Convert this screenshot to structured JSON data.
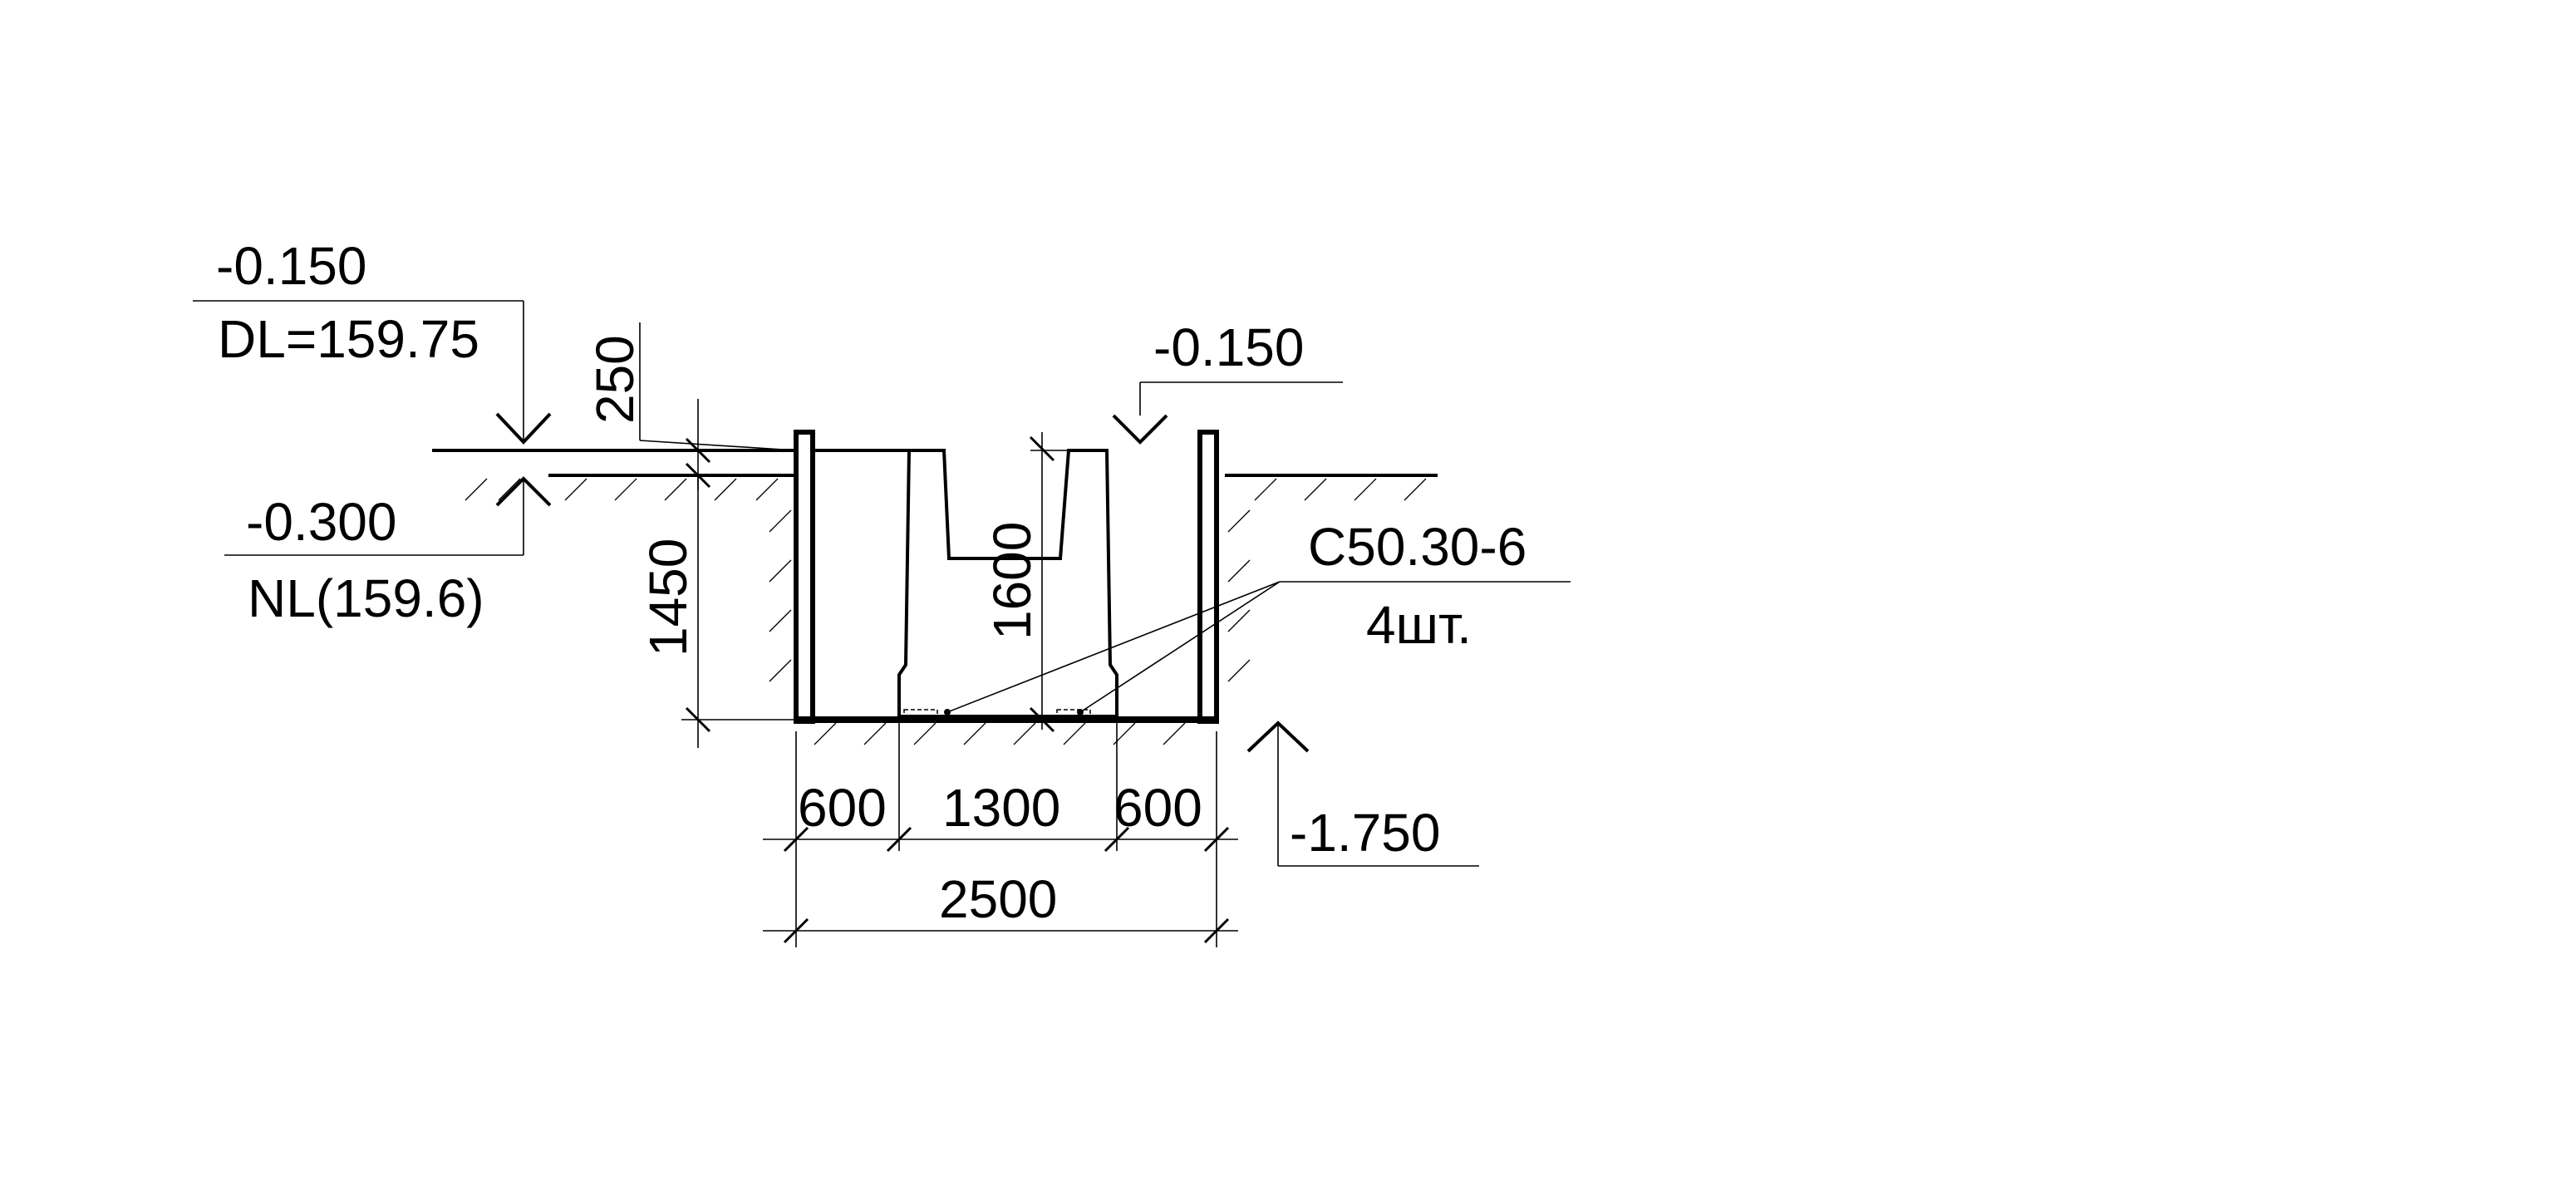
{
  "levels": {
    "top_left_mark": "-0.150",
    "design_level": "DL=159.75",
    "ground_left_mark": "-0.300",
    "natural_level": "NL(159.6)",
    "top_right_mark": "-0.150",
    "bottom_mark": "-1.750"
  },
  "dimensions": {
    "d250": "250",
    "d1450": "1450",
    "d1600": "1600",
    "d600_left": "600",
    "d1300": "1300",
    "d600_right": "600",
    "d2500": "2500"
  },
  "element_callout": {
    "code": "С50.30-6",
    "quantity": "4шт."
  },
  "colors": {
    "line": "#000000",
    "background": "#ffffff"
  }
}
